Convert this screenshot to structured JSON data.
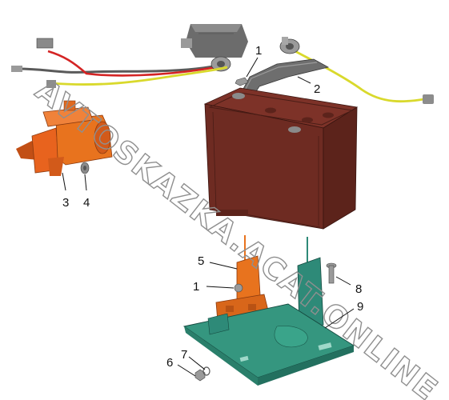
{
  "watermark": {
    "text": "AVTOSKAZKA.ACAT.ONLINE"
  },
  "callouts": {
    "n1a": "1",
    "n2": "2",
    "n3": "3",
    "n4": "4",
    "n5": "5",
    "n1b": "1",
    "n8": "8",
    "n9": "9",
    "n7": "7",
    "n6": "6"
  },
  "parts": {
    "battery": "battery-icon",
    "hold_down_bar": "battery-hold-down-bar",
    "starter": "starter-motor",
    "tray": "battery-tray",
    "bracket": "tray-bracket",
    "relay": "relay-box",
    "cable_red": "positive-cable",
    "cable_yellow": "negative-cable"
  },
  "colors": {
    "battery": "#6e2b22",
    "battery_top": "#7d3228",
    "starter": "#e8631e",
    "tray": "#2e8a78",
    "bracket": "#e8731e",
    "cable_red": "#d42424",
    "cable_yellow": "#d9d92c",
    "relay": "#707070"
  }
}
